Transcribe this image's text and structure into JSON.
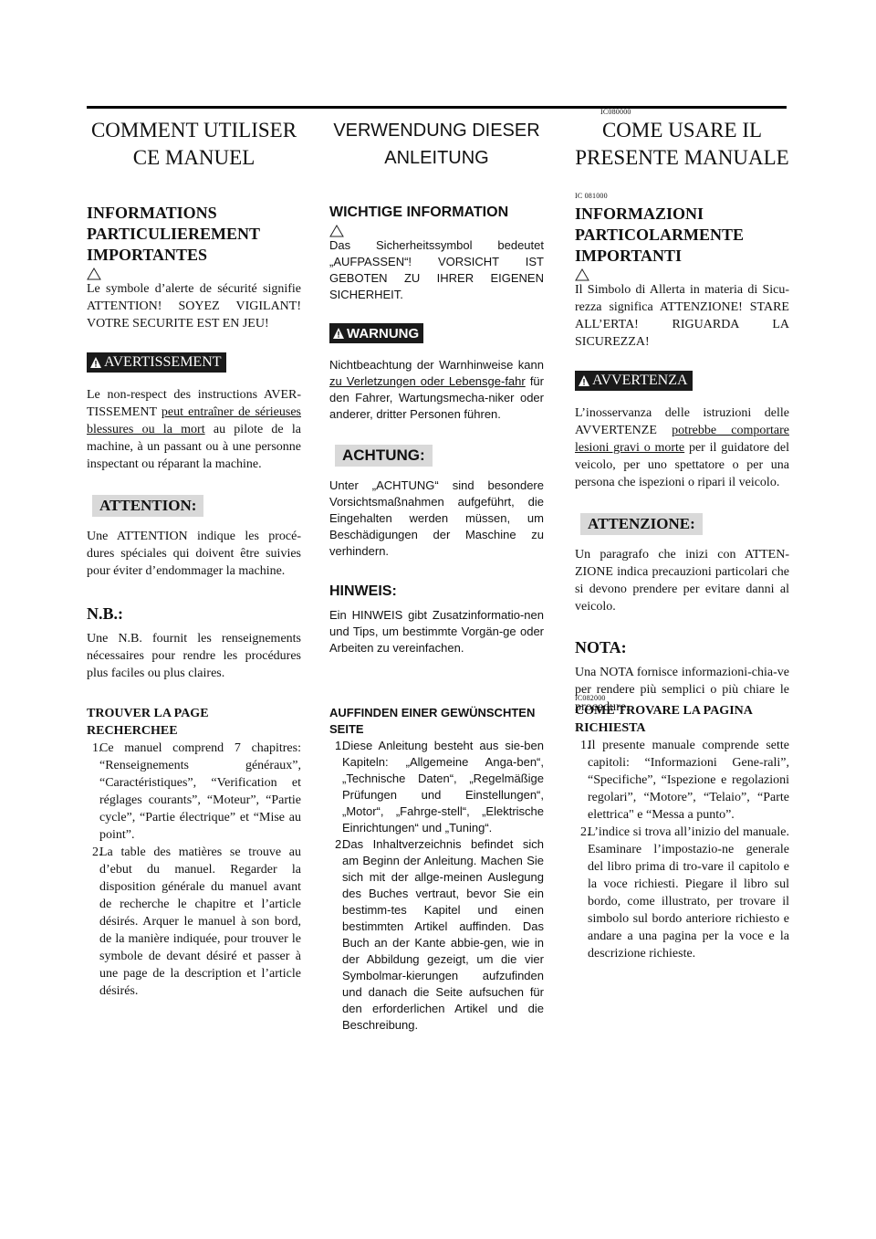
{
  "fr": {
    "title": "COMMENT UTILISER CE MANUEL",
    "info_heading": "INFORMATIONS PARTICULIEREMENT IMPORTANTES",
    "info_text": "Le symbole d’alerte de sécurité signifie ATTENTION! SOYEZ VIGILANT! VOTRE SECURITE EST EN JEU!",
    "warning_label": "AVERTISSEMENT",
    "warning_text_a": "Le non-respect des instructions AVER-TISSEMENT ",
    "warning_text_u": "peut entraîner de sérieuses blessures ou la mort",
    "warning_text_b": " au pilote de la machine, à un passant ou à une personne inspectant ou réparant la machine.",
    "caution_label": "ATTENTION:",
    "caution_text": "Une ATTENTION indique les procé-dures spéciales qui doivent être suivies pour éviter d’endommager la machine.",
    "note_label": "N.B.:",
    "note_text": "Une N.B. fournit les renseignements nécessaires pour rendre les procédures plus faciles ou plus claires.",
    "find_heading": "TROUVER LA PAGE RECHERCHEE",
    "steps": [
      {
        "num": "1.",
        "text": "Ce manuel comprend 7 chapitres: “Renseignements généraux”, “Caractéristiques”, “Verification et réglages courants”, “Moteur”, “Partie cycle”, “Partie électrique” et “Mise au point”."
      },
      {
        "num": "2.",
        "text": "La table des matières se trouve au d’ebut du manuel. Regarder la disposition générale du manuel avant de recherche le chapitre et l’article désirés. Arquer le manuel à son bord, de la manière indiquée, pour trouver le symbole de devant désiré et passer à une page de la description et l’article désirés."
      }
    ]
  },
  "de": {
    "title": "VERWENDUNG DIESER ANLEITUNG",
    "info_heading": "WICHTIGE INFORMATION",
    "info_text": "Das Sicherheitssymbol bedeutet „AUFPASSEN“! VORSICHT IST GEBOTEN ZU IHRER EIGENEN SICHERHEIT.",
    "warning_label": "WARNUNG",
    "warning_text_a": "Nichtbeachtung der Warnhinweise kann ",
    "warning_text_u": "zu Verletzungen oder Lebensge-fahr",
    "warning_text_b": " für den Fahrer, Wartungsmecha-niker oder anderer, dritter Personen führen.",
    "caution_label": "ACHTUNG:",
    "caution_text": "Unter „ACHTUNG“ sind besondere Vorsichtsmaßnahmen aufgeführt, die Eingehalten werden müssen, um Beschädigungen der Maschine zu verhindern.",
    "note_label": "HINWEIS:",
    "note_text": "Ein HINWEIS gibt Zusatzinformatio-nen und Tips, um bestimmte Vorgän-ge oder Arbeiten zu vereinfachen.",
    "find_heading": "AUFFINDEN EINER GEWÜNSCHTEN SEITE",
    "steps": [
      {
        "num": "1.",
        "text": "Diese Anleitung besteht aus sie-ben Kapiteln: „Allgemeine Anga-ben“, „Technische Daten“, „Regelmäßige Prüfungen und Einstellungen“, „Motor“, „Fahrge-stell“, „Elektrische Einrichtungen“ und „Tuning“."
      },
      {
        "num": "2.",
        "text": "Das Inhaltverzeichnis befindet sich am Beginn der Anleitung. Machen Sie sich mit der allge-meinen Auslegung des Buches vertraut, bevor Sie ein bestimm-tes Kapitel und einen bestimmten Artikel auffinden. Das Buch an der Kante abbie-gen, wie in der Abbildung gezeigt, um die vier Symbolmar-kierungen aufzufinden und danach die Seite aufsuchen für den erforderlichen Artikel und die Beschreibung."
      }
    ]
  },
  "it": {
    "code_top": "IC080000",
    "title": "COME USARE IL PRESENTE MANUALE",
    "code_info": "IC 081000",
    "info_heading": "INFORMAZIONI PARTICOLARMENTE IMPORTANTI",
    "info_text": "Il Simbolo di Allerta in materia di Sicu-rezza significa ATTENZIONE! STARE ALL’ERTA! RIGUARDA LA SICUREZZA!",
    "warning_label": "AVVERTENZA",
    "warning_text_a": "L’inosservanza delle istruzioni delle AVVERTENZE ",
    "warning_text_u": "potrebbe comportare lesioni gravi o morte",
    "warning_text_b": " per il guidatore del veicolo, per uno spettatore o per una persona che ispezioni o ripari il veicolo.",
    "caution_label": "ATTENZIONE:",
    "caution_text": "Un paragrafo che inizi con ATTEN-ZIONE indica precauzioni particolari che si devono prendere per evitare danni al veicolo.",
    "note_label": "NOTA:",
    "note_text": "Una NOTA fornisce informazioni-chia-ve per rendere più semplici o più chiare le procedure.",
    "code_find": "IC082000",
    "find_heading": "COME TROVARE LA PAGINA RICHIESTA",
    "steps": [
      {
        "num": "1.",
        "text": "Il presente manuale comprende sette capitoli: “Informazioni Gene-rali”, “Specifiche”, “Ispezione e regolazioni regolari”, “Motore”, “Telaio”, “Parte elettrica\" e “Messa a punto”."
      },
      {
        "num": "2.",
        "text": "L’indice si trova all’inizio del manuale. Esaminare l’impostazio-ne generale del libro prima di tro-vare il capitolo e la voce richiesti. Piegare il libro sul bordo, come illustrato, per trovare il simbolo sul bordo anteriore richiesto e andare a una pagina per la voce e la descrizione richieste."
      }
    ]
  }
}
